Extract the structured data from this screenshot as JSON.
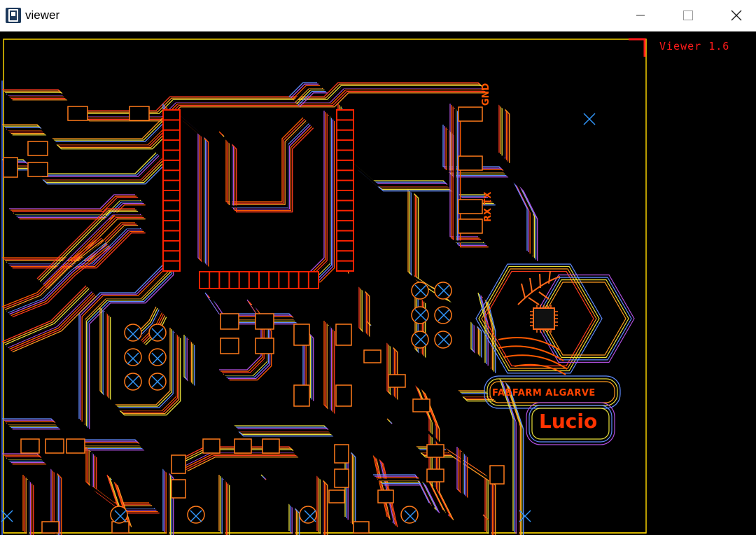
{
  "window": {
    "title": "viewer",
    "app_icon": "processing-app-icon",
    "controls": [
      "minimize-icon",
      "maximize-icon",
      "close-icon"
    ]
  },
  "viewer": {
    "version_label": "Viewer 1.6",
    "board_labels": {
      "gnd": "GND",
      "rx_tx": "RX TX",
      "fabfarm": "FABFARM ALGARVE",
      "lucio": "Lucio"
    }
  },
  "colors": {
    "background": "#000000",
    "board_outline": "#f5d000",
    "copper": "#ff2200",
    "label": "#ff1a1a",
    "drill_marker": "#3399ff",
    "trace_palette": [
      "#ff3b1f",
      "#ff9a1f",
      "#e8e03a",
      "#5f8cff",
      "#b04fe0",
      "#ff5a00"
    ]
  }
}
